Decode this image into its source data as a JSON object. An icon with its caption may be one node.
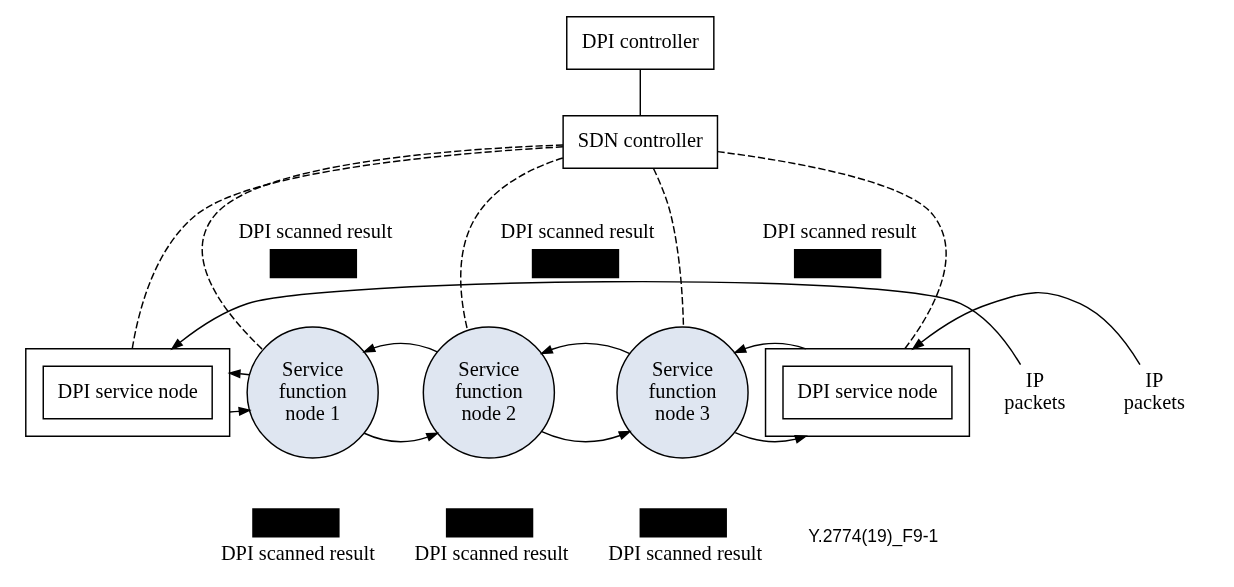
{
  "diagram": {
    "nodes": [
      {
        "text": [
          "DPI controller"
        ]
      },
      {
        "text": [
          "SDN controller"
        ]
      },
      {
        "text": [],
        "shape": "box"
      },
      {
        "text": [
          "DPI service node"
        ],
        "in": 2
      },
      {
        "text": [
          "Service function node 1"
        ]
      },
      {
        "text": [
          "Service function node 2"
        ]
      },
      {
        "text": [
          "Service function node 3"
        ]
      },
      {
        "text": [],
        "shape": "box"
      },
      {
        "text": [
          "DPI service node"
        ],
        "in": 7
      },
      {
        "text": [
          "IP packets"
        ]
      },
      {
        "text": [
          "IP packets"
        ]
      },
      {
        "text": [],
        "shape": "bar",
        "beside": [
          "DPI scanned result"
        ]
      },
      {
        "text": [],
        "shape": "bar",
        "beside": [
          "DPI scanned result"
        ]
      },
      {
        "text": [],
        "shape": "bar",
        "beside": [
          "DPI scanned result"
        ]
      },
      {
        "text": [],
        "shape": "bar",
        "beside": [
          "DPI scanned result"
        ]
      },
      {
        "text": [],
        "shape": "bar",
        "beside": [
          "DPI scanned result"
        ]
      },
      {
        "text": [],
        "shape": "bar",
        "beside": [
          "DPI scanned result"
        ]
      }
    ],
    "edges": [
      {
        "from": 0,
        "to": 1,
        "arrow": "none"
      },
      {
        "from": 1,
        "to": 2,
        "arrow": "none",
        "style": "dashed"
      },
      {
        "from": 1,
        "to": 4,
        "arrow": "none",
        "style": "dashed"
      },
      {
        "from": 1,
        "to": 5,
        "arrow": "none",
        "style": "dashed"
      },
      {
        "from": 1,
        "to": 6,
        "arrow": "none",
        "style": "dashed"
      },
      {
        "from": 1,
        "to": 7,
        "arrow": "none",
        "style": "dashed"
      },
      {
        "from": 9,
        "to": 2,
        "arrow": "to"
      },
      {
        "from": 2,
        "to": 4,
        "arrow": "to"
      },
      {
        "from": 4,
        "to": 2,
        "arrow": "to"
      },
      {
        "from": 4,
        "to": 5,
        "arrow": "to"
      },
      {
        "from": 5,
        "to": 4,
        "arrow": "to"
      },
      {
        "from": 5,
        "to": 6,
        "arrow": "to"
      },
      {
        "from": 6,
        "to": 5,
        "arrow": "to"
      },
      {
        "from": 6,
        "to": 7,
        "arrow": "to"
      },
      {
        "from": 7,
        "to": 6,
        "arrow": "to"
      },
      {
        "from": 10,
        "to": 7,
        "arrow": "to"
      }
    ],
    "labels": [
      "Y.2774(19)_F9-1"
    ]
  }
}
